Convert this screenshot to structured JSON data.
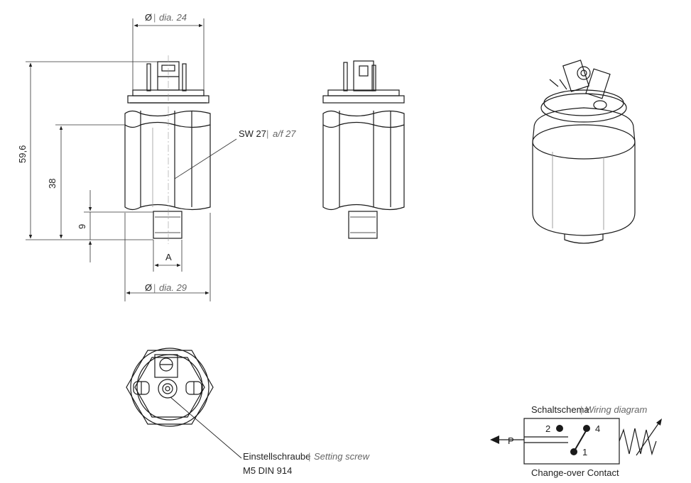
{
  "dimensions": {
    "top_diameter": {
      "symbol": "Ø",
      "separator": "|",
      "label": "dia. 24"
    },
    "bottom_diameter": {
      "symbol": "Ø",
      "separator": "|",
      "label": "dia. 29"
    },
    "total_height": "59,6",
    "body_height": "38",
    "thread_length": "9",
    "thread_label": "A"
  },
  "wrench_size": {
    "main": "SW 27",
    "separator": "|",
    "alt": "a/f 27"
  },
  "setting_screw": {
    "line1_main": "Einstellschraube",
    "separator": "|",
    "line1_alt": "Setting screw",
    "line2": "M5 DIN 914"
  },
  "wiring": {
    "title_main": "Schaltschema",
    "separator": "|",
    "title_alt": "Wiring diagram",
    "terminals": [
      "2",
      "4",
      "1"
    ],
    "pressure_label": "P",
    "caption": "Change-over Contact"
  },
  "colors": {
    "line": "#1a1a1a",
    "dim": "#333333",
    "light": "#888888"
  }
}
